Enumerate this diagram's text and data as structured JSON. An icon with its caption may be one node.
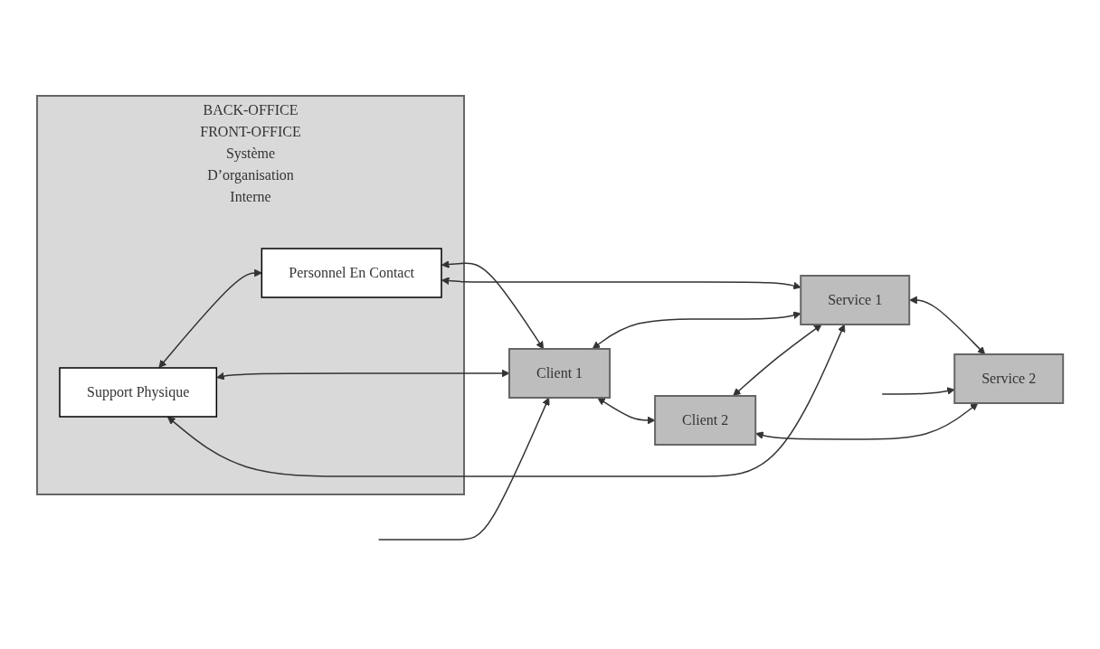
{
  "diagram": {
    "nodes": [
      {
        "text": [
          "BACK-OFFICE",
          "FRONT-OFFICE",
          "Système",
          "D’organisation",
          "Interne"
        ]
      },
      {
        "text": [
          "Support Physique"
        ],
        "in": 0
      },
      {
        "text": [
          "Personnel En Contact"
        ],
        "in": 0
      },
      {
        "text": [
          "Client 1"
        ]
      },
      {
        "text": [
          "Client 2"
        ]
      },
      {
        "text": [
          "Service 1"
        ]
      },
      {
        "text": [
          "Service 2"
        ]
      }
    ],
    "edges": [
      {
        "from": 1,
        "to": 2,
        "arrow": "both"
      },
      {
        "from": 1,
        "to": 3,
        "arrow": "both"
      },
      {
        "from": 1,
        "to": 5,
        "arrow": "both"
      },
      {
        "from": 2,
        "to": 3,
        "arrow": "both"
      },
      {
        "from": 2,
        "to": 5,
        "arrow": "both"
      },
      {
        "from": 3,
        "to": 5,
        "arrow": "both"
      },
      {
        "from": 3,
        "to": 4,
        "arrow": "both"
      },
      {
        "from": 4,
        "to": 5,
        "arrow": "both"
      },
      {
        "from": 4,
        "to": 6,
        "arrow": "both"
      },
      {
        "from": 5,
        "to": 6,
        "arrow": "both"
      },
      {
        "from": null,
        "to": 3,
        "arrow": "to"
      },
      {
        "from": null,
        "to": 6,
        "arrow": "to"
      }
    ]
  }
}
